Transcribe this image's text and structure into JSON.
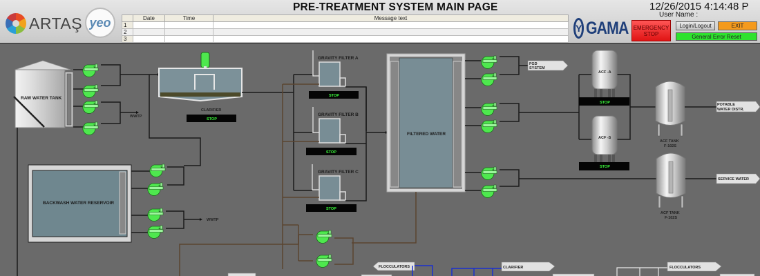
{
  "header": {
    "title": "PRE-TREATMENT SYSTEM MAIN PAGE",
    "datetime": "12/26/2015 4:14:48 P",
    "user_label": "User Name :",
    "logos": {
      "artas": "ARTAŞ",
      "yeo": "yeo",
      "gama": "GAMA"
    },
    "message_table": {
      "columns": [
        "",
        "Date",
        "Time",
        "Message text"
      ],
      "rows": [
        {
          "index": "1",
          "date": "",
          "time": "",
          "message": ""
        },
        {
          "index": "2",
          "date": "",
          "time": "",
          "message": ""
        },
        {
          "index": "3",
          "date": "",
          "time": "",
          "message": ""
        }
      ]
    },
    "buttons": {
      "emergency_stop": "EMERGENCY STOP",
      "login_logout": "Login/Logout",
      "exit": "EXIT",
      "general_error_reset": "General Error Reset"
    }
  },
  "diagram": {
    "raw_water_tank": "RAW WATER TANK",
    "wwtp_1": "WWTP",
    "wwtp_2": "WWTP",
    "clarifier": {
      "label": "CLARIFIER",
      "status": "STOP"
    },
    "gravity_filters": [
      {
        "label": "GRAVITY FILTER A",
        "status": "STOP"
      },
      {
        "label": "GRAVITY FILTER B",
        "status": "STOP"
      },
      {
        "label": "GRAVITY FILTER C",
        "status": "STOP"
      }
    ],
    "filtered_water": "FILTERED WATER",
    "backwash_reservoir": "BACKWASH WATER RESERVOIR",
    "fgd_system": [
      "FGD",
      "SYSTEM"
    ],
    "acf_units": [
      {
        "label": "ACF -A",
        "status": "STOP"
      },
      {
        "label": "ACF -S",
        "status": "STOP"
      }
    ],
    "acf_tanks": [
      {
        "label": [
          "ACF TANK",
          "F-102S"
        ]
      },
      {
        "label": [
          "ACF TANK",
          "F-102S"
        ]
      }
    ],
    "outputs": {
      "potable": [
        "POTABLE",
        "WATER DISTR."
      ],
      "service": "SERVICE WATER",
      "flocculators_left": "FLOCCULATORS",
      "clarifier_out": "CLARIFIER",
      "flocculators_right": "FLOCCULATORS"
    },
    "colors": {
      "background": "#6a6a6a",
      "pump": "#4ee84e",
      "stop_text": "#3cff3c",
      "water": "#6f878f",
      "emergency": "#e01414",
      "exit": "#f49a1c",
      "reset": "#2ee22e"
    }
  }
}
